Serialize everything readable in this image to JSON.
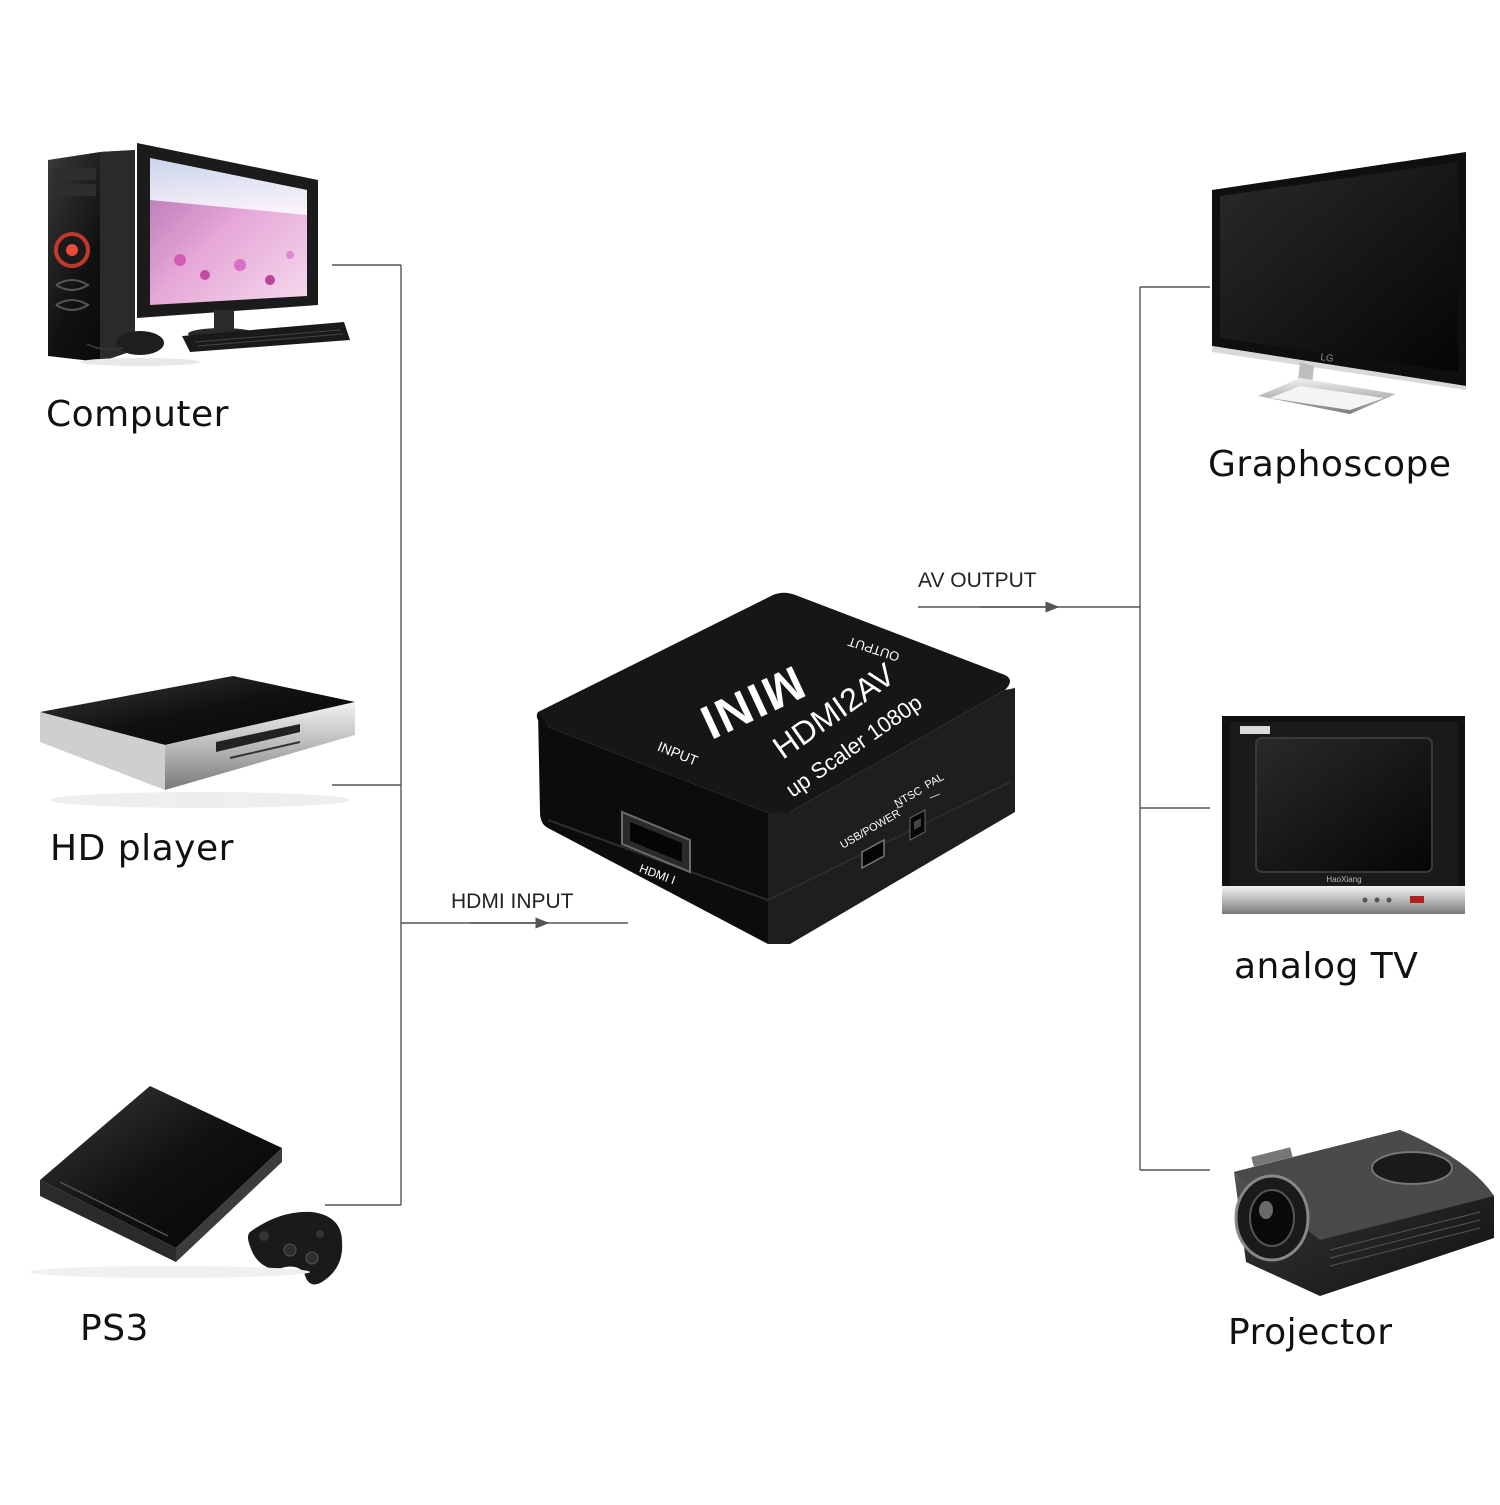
{
  "inputs": [
    {
      "label": "Computer",
      "icon": "computer-icon"
    },
    {
      "label": "HD player",
      "icon": "dvd-player-icon"
    },
    {
      "label": "PS3",
      "icon": "game-console-icon"
    }
  ],
  "outputs": [
    {
      "label": "Graphoscope",
      "icon": "flat-monitor-icon"
    },
    {
      "label": "analog TV",
      "icon": "crt-tv-icon"
    },
    {
      "label": "Projector",
      "icon": "projector-icon"
    }
  ],
  "flows": {
    "input_label": "HDMI INPUT",
    "output_label": "AV OUTPUT"
  },
  "converter": {
    "brand": "MINI",
    "model": "HDMI2AV",
    "tagline": "up Scaler 1080p",
    "input_port_label": "INPUT",
    "output_port_label": "OUTPUT",
    "hdmi_port_label": "HDMI I",
    "usb_label": "USB/POWER",
    "ntsc_label": "NTSC",
    "pal_label": "PAL"
  },
  "monitor_brand": "LG",
  "tv_brand": "HaoXiang",
  "colors": {
    "line": "#555555",
    "device_body": "#111111",
    "text": "#111111"
  }
}
